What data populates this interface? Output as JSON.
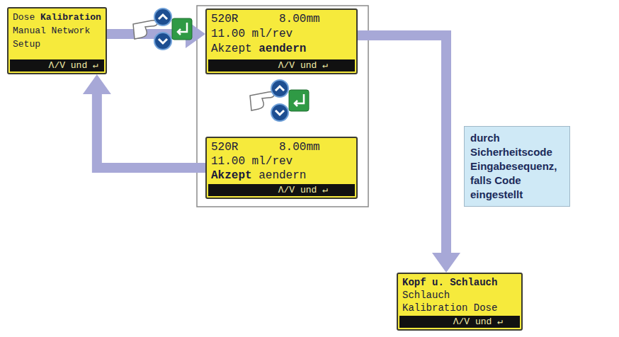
{
  "diagram": {
    "nodes": [
      {
        "text": [
          "Dose",
          "Kalibration",
          "Manual Network",
          "Setup",
          "Λ/V und ↵"
        ]
      },
      {
        "text": [
          "520R",
          "8.00mm",
          "11.00 ml/rev",
          "Akzept",
          "aendern",
          "Λ/V und ↵"
        ]
      },
      {
        "text": [
          "520R",
          "8.00mm",
          "11.00 ml/rev",
          "Akzept",
          "aendern",
          "Λ/V und ↵"
        ]
      },
      {
        "text": [
          "Kopf u. Schlauch",
          "Schlauch",
          "Kalibration Dose",
          "Λ/V und ↵"
        ]
      }
    ],
    "edges": [
      {
        "from": 0,
        "to": 1,
        "arrow": "to"
      },
      {
        "from": 1,
        "to": 3,
        "arrow": "to",
        "label": "durch Sicherheitscode Eingabesequenz, falls Code eingestellt"
      },
      {
        "from": 2,
        "to": 0,
        "arrow": "to"
      }
    ]
  }
}
